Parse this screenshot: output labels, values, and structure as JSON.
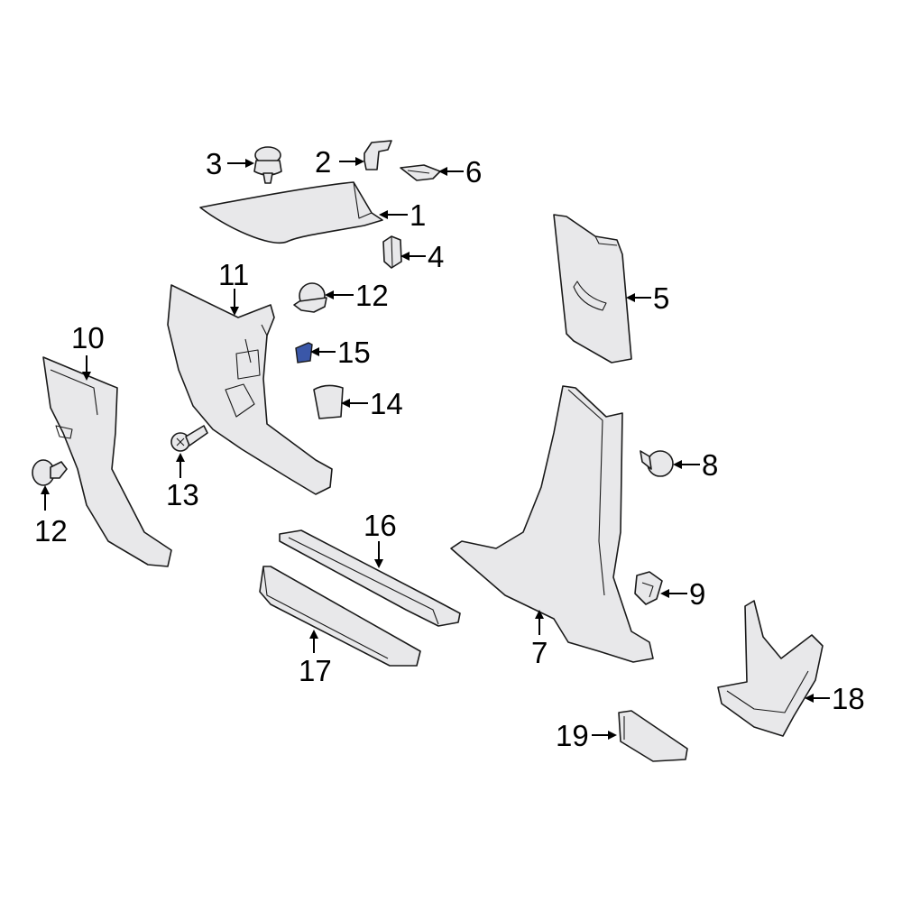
{
  "callouts": {
    "c1": "1",
    "c2": "2",
    "c3": "3",
    "c4": "4",
    "c5": "5",
    "c6": "6",
    "c7": "7",
    "c8": "8",
    "c9": "9",
    "c10": "10",
    "c11": "11",
    "c12a": "12",
    "c12b": "12",
    "c13": "13",
    "c14": "14",
    "c15": "15",
    "c16": "16",
    "c17": "17",
    "c18": "18",
    "c19": "19"
  },
  "colors": {
    "highlighted_part": "#3a57a8",
    "part_fill": "#e8e8ea",
    "line": "#000000"
  }
}
